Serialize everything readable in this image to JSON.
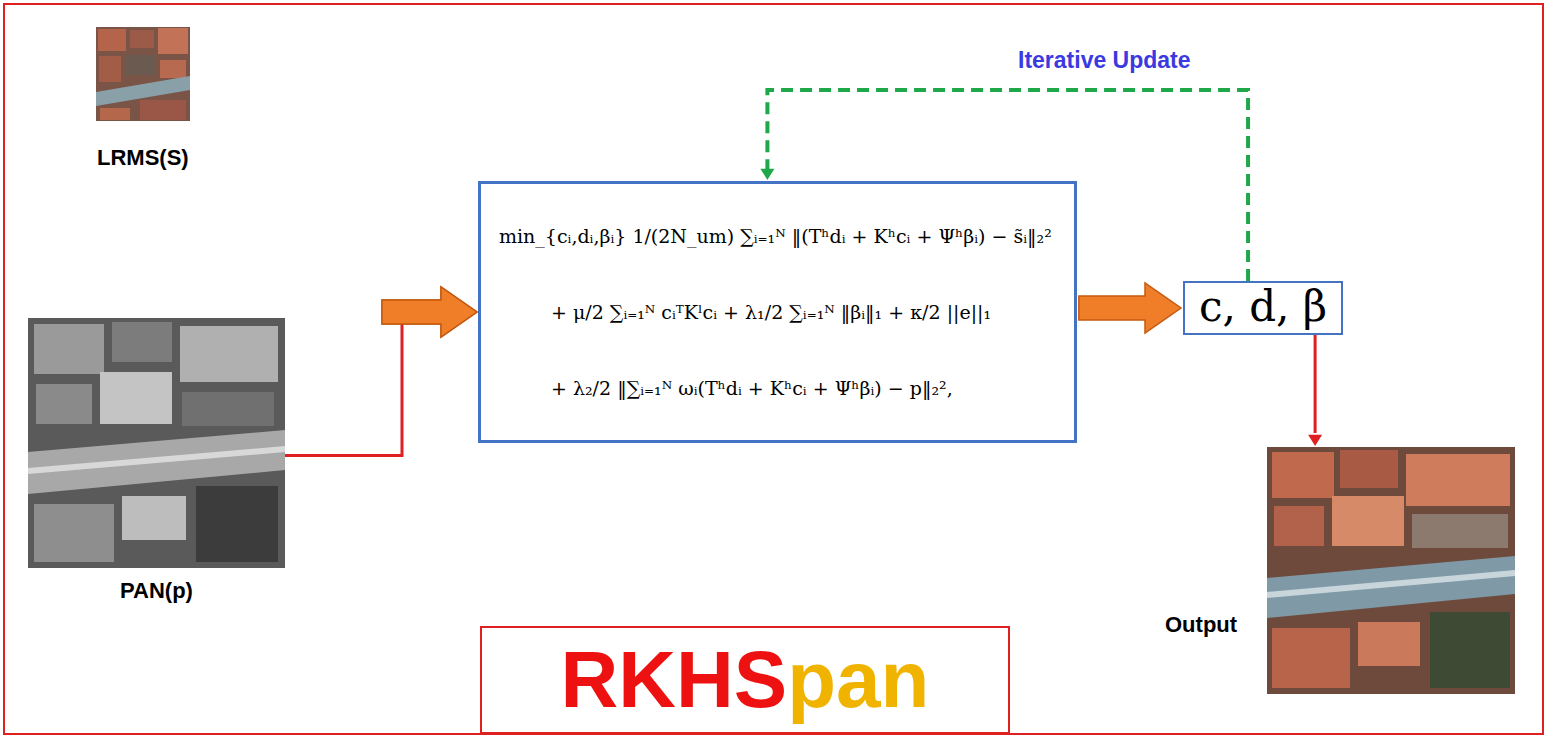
{
  "diagram": {
    "nodes": [
      {
        "text": [
          "LRMS(S)"
        ]
      },
      {
        "text": [
          "PAN(p)"
        ]
      },
      {
        "text": [
          "min_{cᵢ,dᵢ,βᵢ}  1/(2N_um) ∑ᵢ₌₁ᴺ ‖(Tʰdᵢ + Kʰcᵢ + Ψʰβᵢ) − s̃ᵢ‖₂²",
          "+ μ/2 ∑ᵢ₌₁ᴺ cᵢᵀKˡcᵢ + λ₁/2 ∑ᵢ₌₁ᴺ ‖βᵢ‖₁ + κ/2 ||e||₁",
          "+ λ₂/2 ‖∑ᵢ₌₁ᴺ ωᵢ(Tʰdᵢ + Kʰcᵢ + Ψʰβᵢ) − p‖₂²,"
        ]
      },
      {
        "text": [
          "c, d, β"
        ]
      },
      {
        "text": [
          "Output"
        ]
      },
      {
        "text": [
          "RKHSpan"
        ]
      }
    ],
    "edges": [
      {
        "from": 0,
        "to": 2,
        "arrow": "to"
      },
      {
        "from": 1,
        "to": 2,
        "arrow": "to"
      },
      {
        "from": 2,
        "to": 3,
        "arrow": "to"
      },
      {
        "from": 3,
        "to": 2,
        "label": "Iterative Update",
        "arrow": "to"
      },
      {
        "from": 3,
        "to": 4,
        "arrow": "to"
      }
    ]
  }
}
